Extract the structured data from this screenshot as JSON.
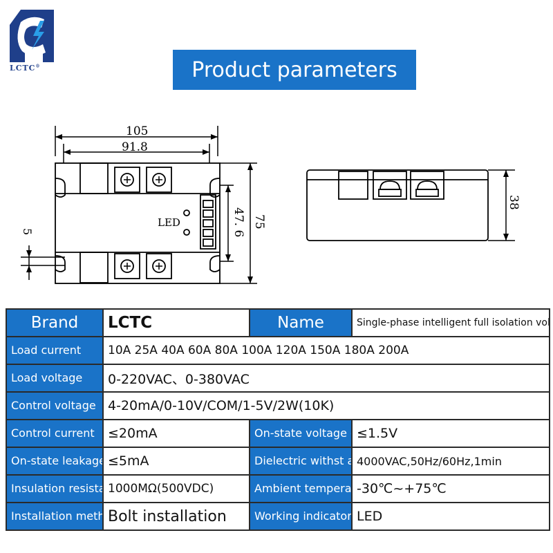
{
  "logo": {
    "text": "LCTC",
    "mark": "®"
  },
  "banner": {
    "title": "Product parameters"
  },
  "drawing": {
    "dim_105": "105",
    "dim_91_8": "91.8",
    "dim_47_6": "47. 6",
    "dim_75": "75",
    "dim_5": "5",
    "dim_38": "38",
    "led_label": "LED"
  },
  "spec": {
    "rows": [
      {
        "label": "Brand",
        "value": "LCTC",
        "label2": "Name",
        "value2": "Single-phase intelligent full isolation voltage regulator module"
      },
      {
        "label": "Load current",
        "value": "10A  25A  40A  60A  80A 100A  120A 150A 180A 200A"
      },
      {
        "label": "Load voltage",
        "value": "0-220VAC、0-380VAC"
      },
      {
        "label": "Control voltage",
        "value": "4-20mA/0-10V/COM/1-5V/2W(10K)"
      },
      {
        "label": "Control current",
        "value": "≤20mA",
        "label2": "On-state voltage drop",
        "value2": "≤1.5V"
      },
      {
        "label": "On-state leakage current",
        "value": "≤5mA",
        "label2": "Dielectric withst and voltage",
        "value2": "4000VAC,50Hz/60Hz,1min"
      },
      {
        "label": "Insulation resistance",
        "value": "1000MΩ(500VDC)",
        "label2": "Ambient temperature",
        "value2": "-30℃~+75℃"
      },
      {
        "label": "Installation method",
        "value": "Bolt installation",
        "label2": "Working indicator",
        "value2": "LED"
      }
    ]
  }
}
